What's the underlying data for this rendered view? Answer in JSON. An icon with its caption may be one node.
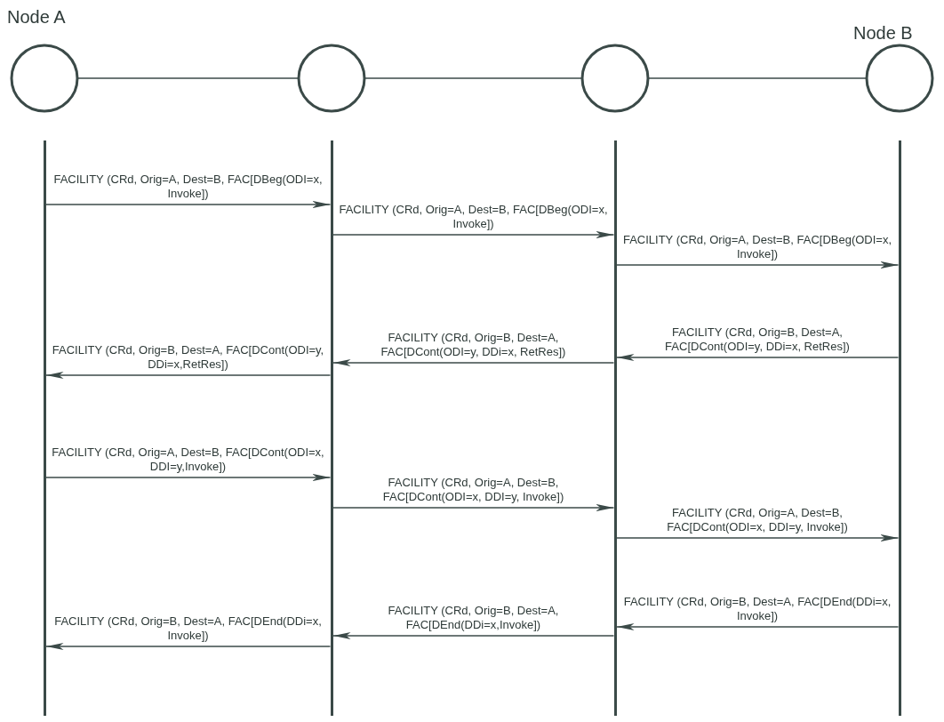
{
  "diagram": {
    "nodes": [
      {
        "text": [
          "Node A"
        ]
      },
      {
        "text": [],
        "shape": "circle"
      },
      {
        "text": [],
        "shape": "circle"
      },
      {
        "text": [
          "Node B"
        ]
      },
      {
        "text": [],
        "shape": "bar"
      },
      {
        "text": [],
        "shape": "bar"
      },
      {
        "text": [],
        "shape": "bar"
      },
      {
        "text": [],
        "shape": "bar"
      }
    ],
    "edges": [
      {
        "from": 0,
        "to": 1,
        "arrow": "none"
      },
      {
        "from": 1,
        "to": 2,
        "arrow": "none"
      },
      {
        "from": 2,
        "to": 3,
        "arrow": "none"
      },
      {
        "from": 4,
        "to": 5,
        "arrow": "to",
        "label": "FACILITY (CRd, Orig=A, Dest=B, FAC[DBeg(ODI=x, Invoke])"
      },
      {
        "from": 5,
        "to": 6,
        "arrow": "to",
        "label": "FACILITY (CRd, Orig=A, Dest=B, FAC[DBeg(ODI=x, Invoke])"
      },
      {
        "from": 6,
        "to": 7,
        "arrow": "to",
        "label": "FACILITY (CRd, Orig=A, Dest=B, FAC[DBeg(ODI=x, Invoke])"
      },
      {
        "from": 7,
        "to": 6,
        "arrow": "to",
        "label": "FACILITY (CRd, Orig=B, Dest=A, FAC[DCont(ODI=y, DDi=x, RetRes])"
      },
      {
        "from": 6,
        "to": 5,
        "arrow": "to",
        "label": "FACILITY (CRd, Orig=B, Dest=A, FAC[DCont(ODI=y, DDi=x, RetRes])"
      },
      {
        "from": 5,
        "to": 4,
        "arrow": "to",
        "label": "FACILITY (CRd, Orig=B, Dest=A, FAC[DCont(ODI=y, DDi=x,RetRes])"
      },
      {
        "from": 4,
        "to": 5,
        "arrow": "to",
        "label": "FACILITY (CRd, Orig=A, Dest=B, FAC[DCont(ODI=x, DDI=y,Invoke])"
      },
      {
        "from": 5,
        "to": 6,
        "arrow": "to",
        "label": "FACILITY (CRd, Orig=A, Dest=B, FAC[DCont(ODI=x, DDI=y, Invoke])"
      },
      {
        "from": 6,
        "to": 7,
        "arrow": "to",
        "label": "FACILITY (CRd, Orig=A, Dest=B, FAC[DCont(ODI=x, DDI=y, Invoke])"
      },
      {
        "from": 7,
        "to": 6,
        "arrow": "to",
        "label": "FACILITY (CRd, Orig=B, Dest=A, FAC[DEnd(DDi=x, Invoke])"
      },
      {
        "from": 6,
        "to": 5,
        "arrow": "to",
        "label": "FACILITY (CRd, Orig=B, Dest=A, FAC[DEnd(DDi=x,Invoke])"
      },
      {
        "from": 5,
        "to": 4,
        "arrow": "to",
        "label": "FACILITY (CRd, Orig=B, Dest=A, FAC[DEnd(DDi=x, Invoke])"
      }
    ]
  }
}
